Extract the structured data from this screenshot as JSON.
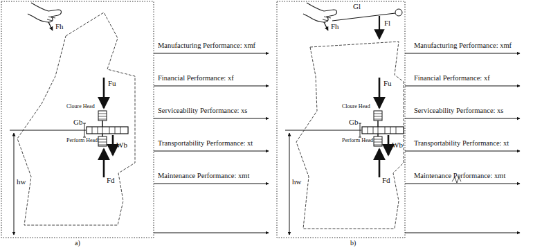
{
  "diagram": {
    "labels": [
      "Fh",
      "Fu",
      "Cloure Head",
      "Gb",
      "Perform Head",
      "Wb",
      "Fd",
      "hw",
      "Manufacturing Performance: xmf",
      "Financial Performance: xf",
      "Serviceability Performance: xs",
      "Transportability Performance: xt",
      "Maintenance Performance: xmt",
      "a)",
      "Gl",
      "Fl",
      "Fh",
      "Fu",
      "Cloure Head",
      "Gb",
      "Perform Head",
      "Wb",
      "Fd",
      "hw",
      "Manufacturing Performance: xmf",
      "Financial Performance: xf",
      "Serviceability Performance: xs",
      "Transportability Performance: xt",
      "Maintenance Performance: xmt",
      "b)"
    ]
  }
}
